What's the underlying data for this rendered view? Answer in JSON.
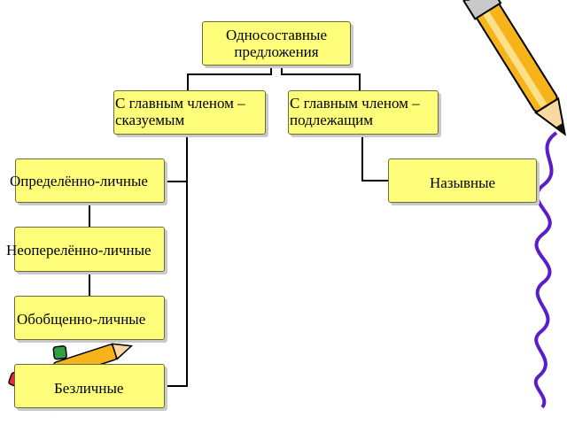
{
  "diagram": {
    "root": "Односоставные предложения",
    "branch_predicate": "С главным членом – сказуемым",
    "branch_subject": "С главным членом – подлежащим",
    "definite_personal": "Определённо-личные",
    "indefinite_personal": "Неоперелённо-личные",
    "generalized_personal": "Обобщенно-личные",
    "impersonal": "Безличные",
    "nominative": "Назывные"
  },
  "colors": {
    "box_fill": "#fffe7a",
    "connector": "#000000"
  },
  "decorations": [
    "pencil-icon",
    "squiggle-line",
    "crayons-icon"
  ]
}
